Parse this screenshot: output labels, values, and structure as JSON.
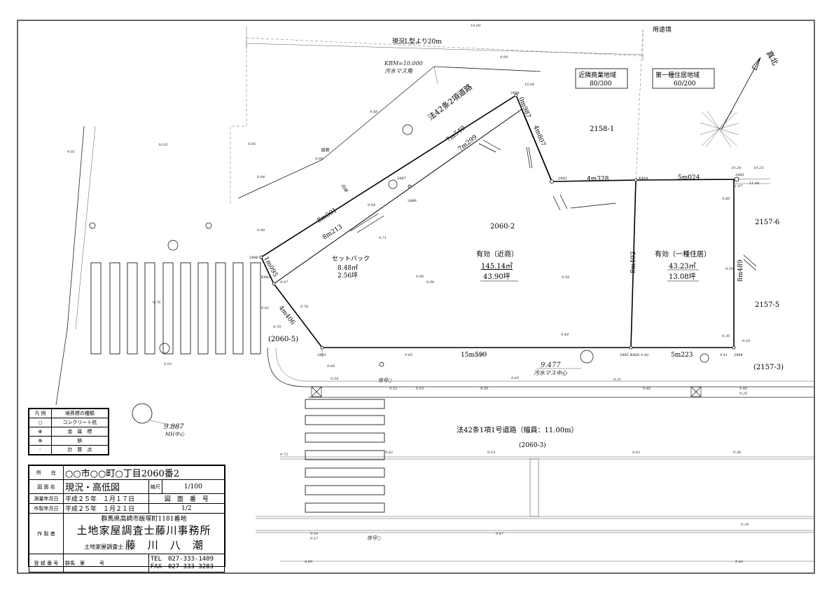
{
  "north": {
    "label": "真北"
  },
  "zones": {
    "commercial": {
      "name": "近隣商業地域",
      "ratio": "80/300"
    },
    "residential": {
      "name": "第一種住居地域",
      "ratio": "60/200"
    },
    "boundary_label": "用途境"
  },
  "roads": {
    "article42_2": "法42条2項道路",
    "article42_1": "法42条1項1号道路（幅員：11.00m）",
    "lot_2060_3": "(2060-3)",
    "lshape": "現況L型より20m"
  },
  "kbm": {
    "value": "KBM=10.000",
    "note": "汚水マス角"
  },
  "mh_center": {
    "value": "9.887",
    "note": "MH中心"
  },
  "sewer_center": {
    "value": "9.477",
    "note": "汚水マス中心"
  },
  "lots": {
    "main": "2060-2",
    "north": "2158-1",
    "east1": "2157-6",
    "east2": "2157-5",
    "east3": "(2157-3)",
    "west": "(2060-5)"
  },
  "areas": {
    "setback": {
      "title": "セットバック",
      "sqm": "8.48㎡",
      "tsubo": "2.56坪"
    },
    "commercial": {
      "title": "有効（近商）",
      "sqm": "145.14㎡",
      "tsubo": "43.90坪"
    },
    "residential": {
      "title": "有効（一種住居）",
      "sqm": "43.23㎡",
      "tsubo": "13.08坪"
    }
  },
  "dims": [
    "8m001",
    "8m213",
    "7m540",
    "7m299",
    "0m987",
    "4m807",
    "4m328",
    "5m024",
    "8m402",
    "8m489",
    "5m223",
    "15m599",
    "4m406",
    "1m095"
  ],
  "points": [
    "2482",
    "2483",
    "2484",
    "2485",
    "2486",
    "2487",
    "2488",
    "2489",
    "2491",
    "K484",
    "K485",
    "K483"
  ],
  "misc": {
    "gaibyo": "信号○",
    "signal2": "信号○",
    "shoku": "植栽",
    "hakusen": "白線"
  },
  "legend": {
    "header": [
      "凡 例",
      "境界標の種類"
    ],
    "rows": [
      {
        "symbol": "○",
        "label": "コンクリート杭"
      },
      {
        "symbol": "⊕",
        "label": "金　属　標"
      },
      {
        "symbol": "⊗",
        "label": "鋲"
      },
      {
        "symbol": "◦",
        "label": "計　算　点"
      }
    ]
  },
  "title_block": {
    "location_label": "所　　在",
    "location": "○○市○○町○丁目2060番2",
    "drawing_label": "図 面 名",
    "drawing": "現況・高低図",
    "scale_label": "縮尺",
    "scale": "1/100",
    "survey_date_label": "測量年月日",
    "survey_date": "平成２５年　１月１７日",
    "number_label": "図　面　番　号",
    "made_date_label": "作製年月日",
    "made_date": "平成２５年　１月２１日",
    "sheet": "1/2",
    "maker_label": "作 製 者",
    "address": "群馬県高崎市飯塚町1181番地",
    "office": "土地家屋調査士藤川事務所",
    "title": "土地家屋調査士",
    "name": "藤　川　八　潮",
    "reg_label": "登 録 番 号",
    "reg": "群馬　第　　　号",
    "tel": "TEL　027-333-1409",
    "fax": "FAX　027-333-3283"
  },
  "elevations": [
    "10.00",
    "10.01",
    "9.92",
    "9.89",
    "9.99",
    "9.94",
    "9.98",
    "9.95",
    "9.93",
    "10.06",
    "9.88",
    "10.24",
    "10.25",
    "11.67",
    "11.48",
    "9.66",
    "9.86",
    "9.96",
    "9.71",
    "9.64",
    "9.68",
    "9.50",
    "9.49",
    "9.58",
    "9.62",
    "9.82",
    "9.78",
    "9.79",
    "9.87",
    "9.76",
    "9.48",
    "9.41",
    "9.39",
    "9.65",
    "9.69",
    "9.72",
    "9.53",
    "9.43",
    "9.36",
    "9.40",
    "9.35",
    "9.56",
    "9.54",
    "9.52",
    "9.63",
    "9.45",
    "9.46",
    "9.31",
    "9.59",
    "9.57",
    "9.60",
    "9.42",
    "9.47",
    "9.30",
    "9.34"
  ]
}
